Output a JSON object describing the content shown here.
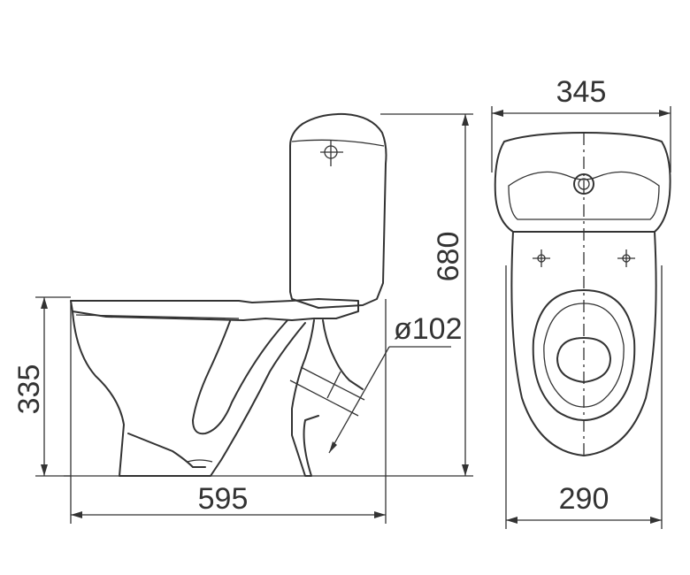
{
  "dimensions": {
    "top_width": "345",
    "height": "680",
    "pipe_diameter": "ø102",
    "bowl_height": "335",
    "length": "595",
    "bottom_width": "290"
  },
  "colors": {
    "line": "#333333",
    "background": "#ffffff"
  }
}
